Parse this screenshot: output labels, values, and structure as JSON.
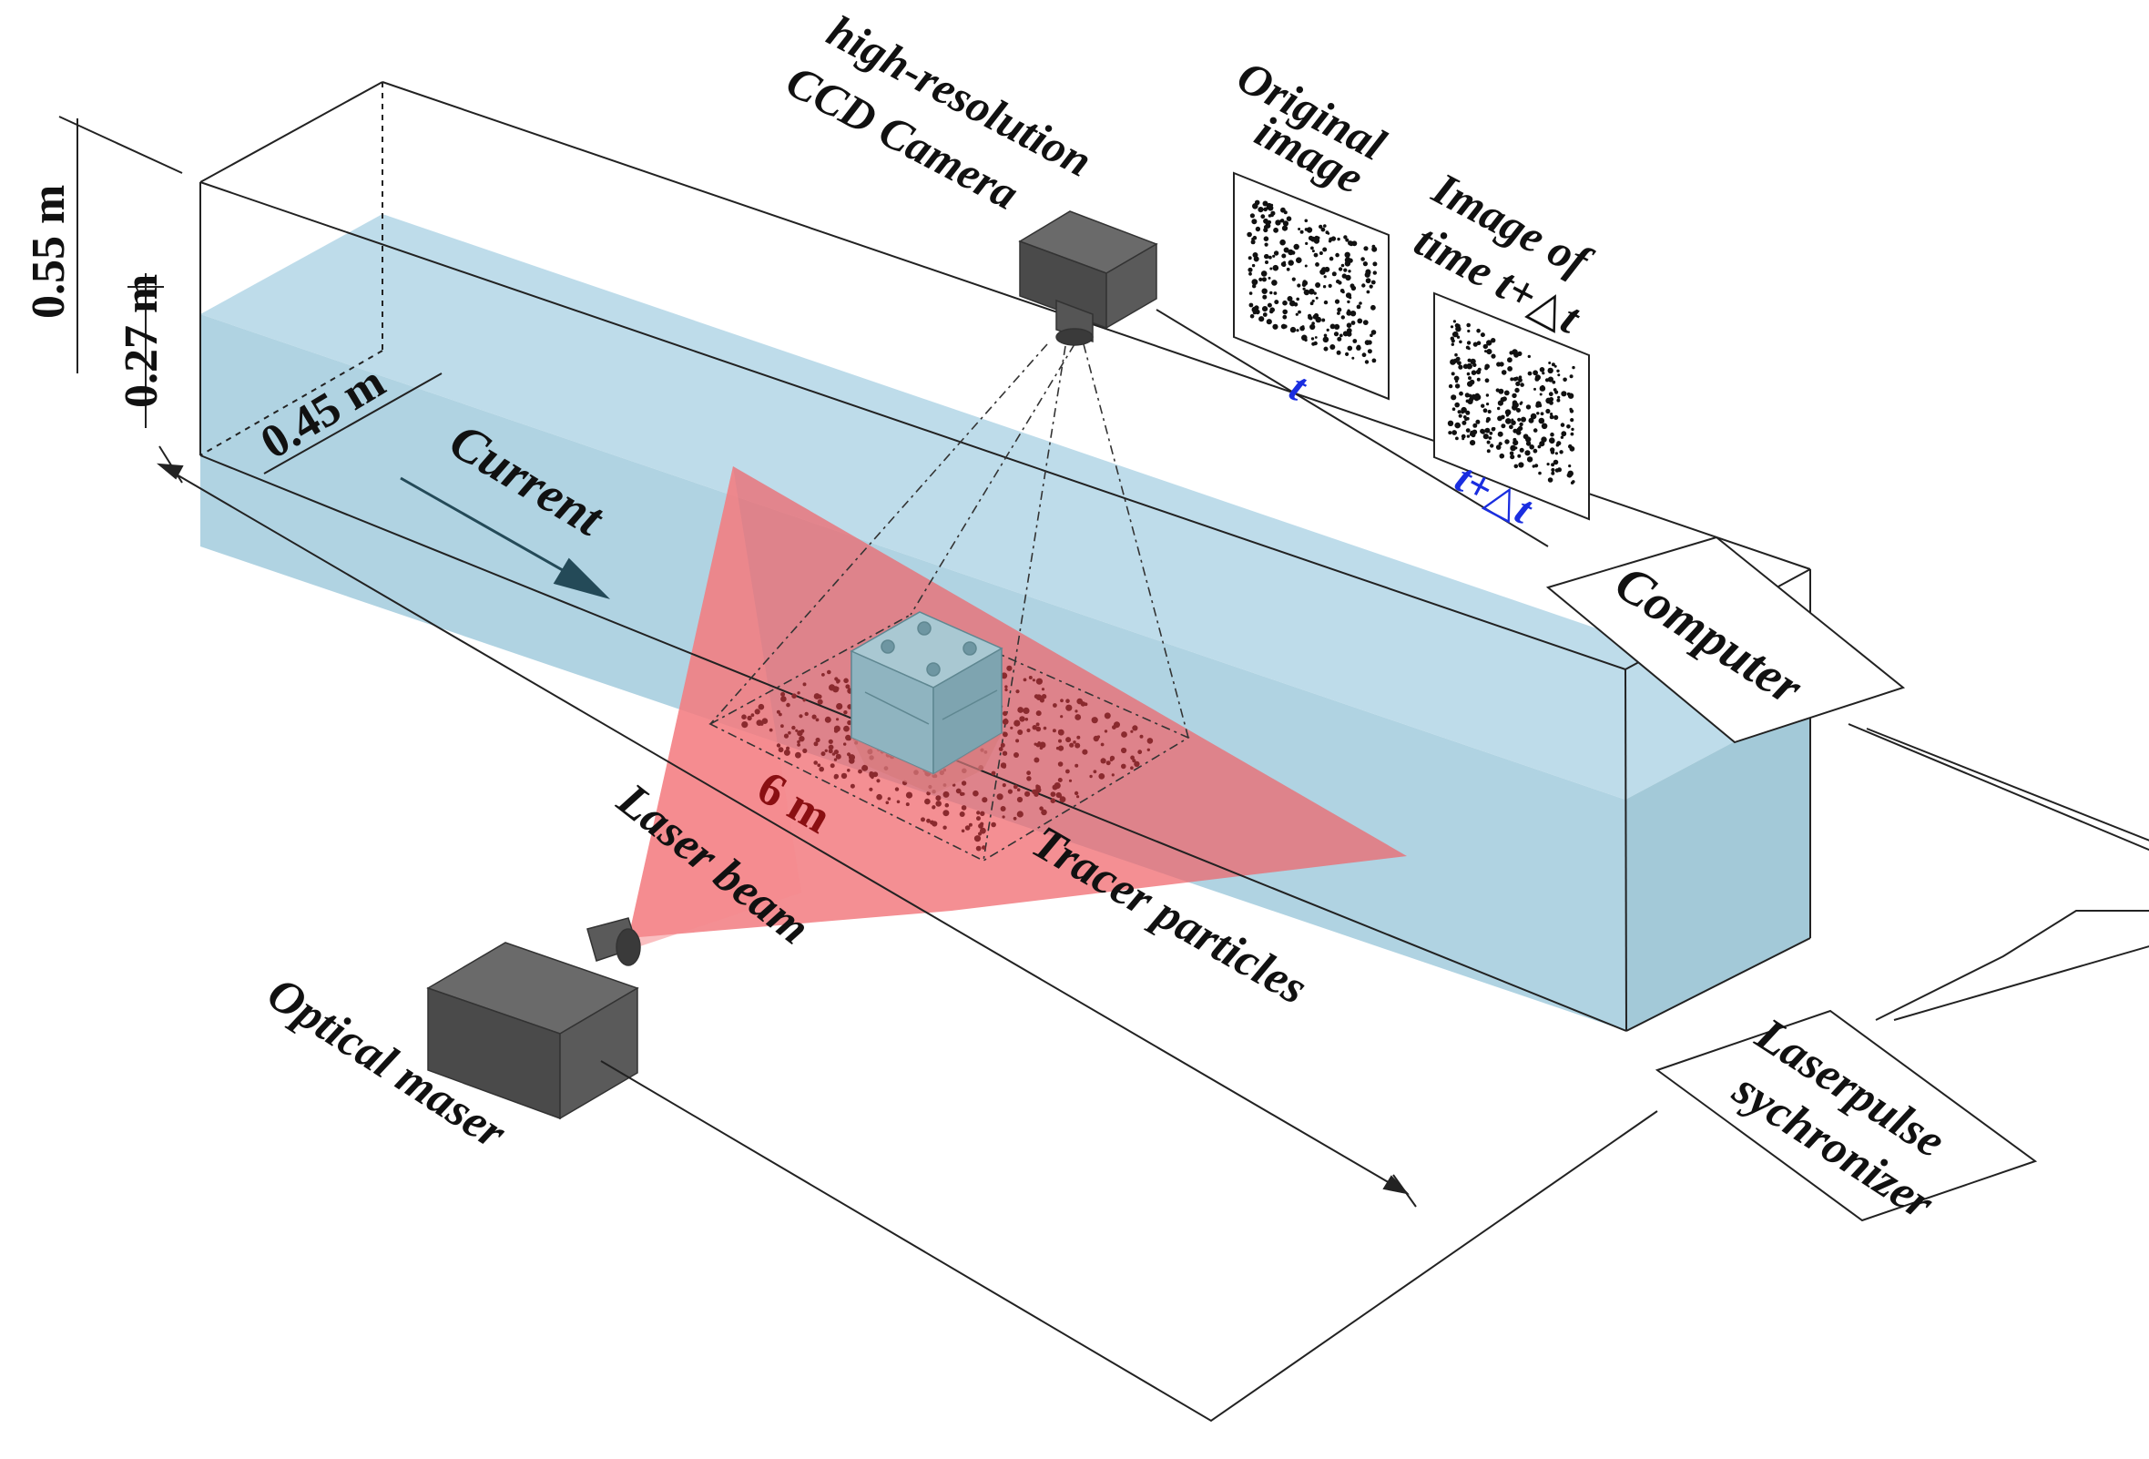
{
  "labels": {
    "camera_line1": "high-resolution",
    "camera_line2": "CCD Camera",
    "original_line1": "Original",
    "original_line2": "image",
    "original_time": "t",
    "later_line1": "Image of",
    "later_line2": "time t+△t",
    "later_time": "t+△t",
    "computer": "Computer",
    "sync_line1": "Laserpulse",
    "sync_line2": "sychronizer",
    "dim_height_total": "0.55 m",
    "dim_height_water": "0.27 m",
    "dim_width": "0.45 m",
    "dim_length": "6 m",
    "current": "Current",
    "laser_beam": "Laser beam",
    "tracer_particles": "Tracer particles",
    "optical_maser": "Optical maser"
  },
  "colors": {
    "water_top": "#a9cfe0",
    "water_side": "#9ec6d6",
    "laser": "#f0646a",
    "device": "#5a5a5a",
    "structure": "#8fb4c0",
    "particles": "#8a2a2e",
    "time_label": "#1a2ee0",
    "dim_length": "#8a0f12"
  }
}
